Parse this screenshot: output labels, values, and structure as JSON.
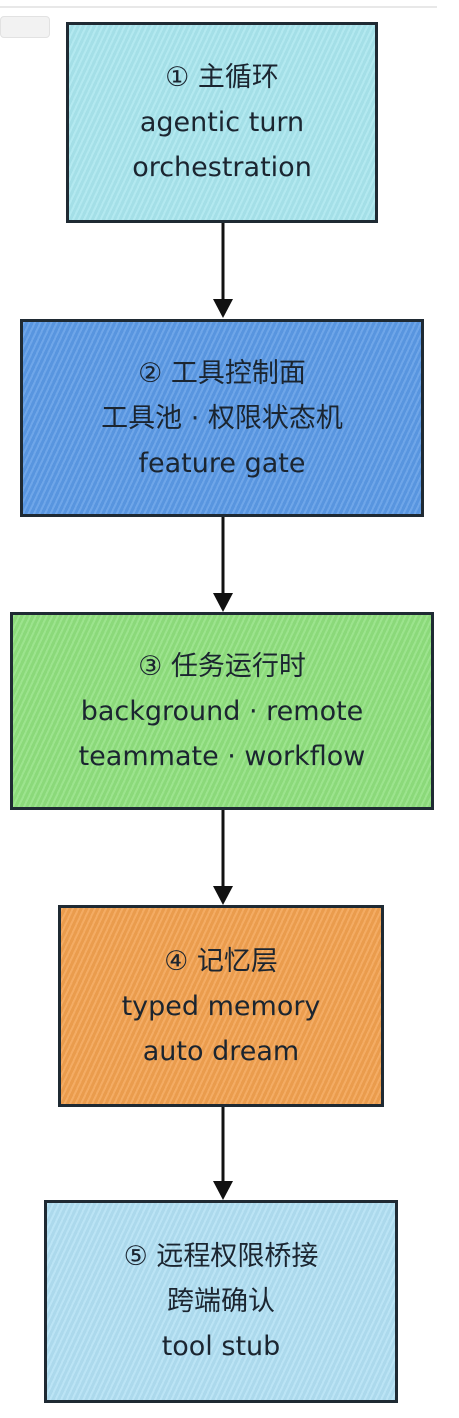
{
  "diagram": {
    "boxes": [
      {
        "id": "main-loop",
        "lines": [
          "① 主循环",
          "agentic turn",
          "orchestration"
        ],
        "fill": "#a9e6ee"
      },
      {
        "id": "tool-control",
        "lines": [
          "② 工具控制面",
          "工具池 · 权限状态机",
          "feature gate"
        ],
        "fill": "#5b9ae6"
      },
      {
        "id": "task-runtime",
        "lines": [
          "③ 任务运行时",
          "background · remote",
          "teammate · workflow"
        ],
        "fill": "#8fe07e"
      },
      {
        "id": "memory-layer",
        "lines": [
          "④ 记忆层",
          "typed memory",
          "auto dream"
        ],
        "fill": "#f2a14f"
      },
      {
        "id": "remote-bridge",
        "lines": [
          "⑤ 远程权限桥接",
          "跨端确认",
          "tool stub"
        ],
        "fill": "#b2e0f4"
      }
    ],
    "edges": [
      {
        "from": "main-loop",
        "to": "tool-control"
      },
      {
        "from": "tool-control",
        "to": "task-runtime"
      },
      {
        "from": "task-runtime",
        "to": "memory-layer"
      },
      {
        "from": "memory-layer",
        "to": "remote-bridge"
      }
    ]
  }
}
